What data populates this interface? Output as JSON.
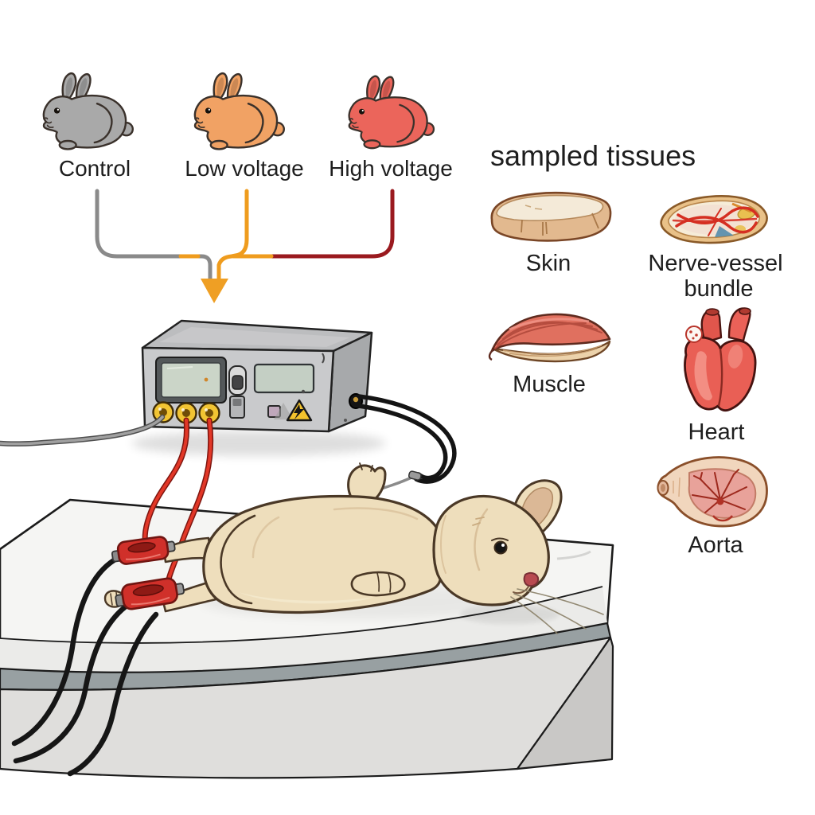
{
  "figure": {
    "title": "sampled tissues",
    "experiment_groups": [
      {
        "label": "Control",
        "rabbit_color": "#a9a9a9",
        "wire_color": "#8a8a8a"
      },
      {
        "label": "Low voltage",
        "rabbit_color": "#f1a264",
        "wire_color": "#ef9c1e"
      },
      {
        "label": "High voltage",
        "rabbit_color": "#eb655b",
        "wire_color": "#9a1a1f"
      }
    ],
    "arrow_color": "#ef9f24",
    "tissues": [
      {
        "label": "Skin"
      },
      {
        "label_line1": "Nerve-vessel",
        "label_line2": "bundle"
      },
      {
        "label": "Muscle"
      },
      {
        "label": "Heart"
      },
      {
        "label": "Aorta"
      }
    ],
    "apparatus": {
      "device": "electrical-stimulator",
      "clamp_color": "#d0302a",
      "warning_icon": "high-voltage-warning-triangle",
      "jack_color": "#f1c433"
    }
  }
}
